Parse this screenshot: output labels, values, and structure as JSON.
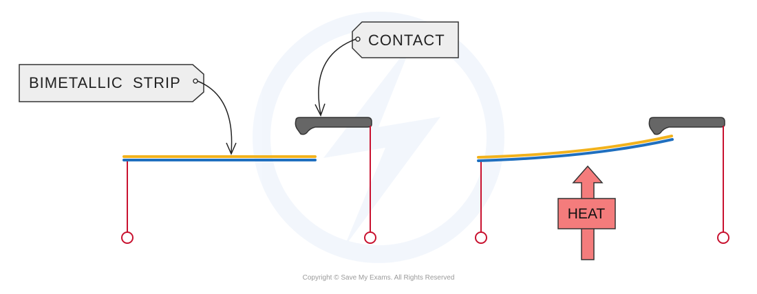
{
  "labels": {
    "bimetallic": "BIMETALLIC  STRIP",
    "contact": "CONTACT",
    "heat": "HEAT"
  },
  "copyright": "Copyright © Save My Exams. All Rights Reserved",
  "colors": {
    "strip_top": "#f2b21c",
    "strip_bottom": "#1f6fbf",
    "wire": "#c8102e",
    "contact": "#666666",
    "heat_arrow": "#f47c7c",
    "tag_fill": "#eeeeee"
  }
}
